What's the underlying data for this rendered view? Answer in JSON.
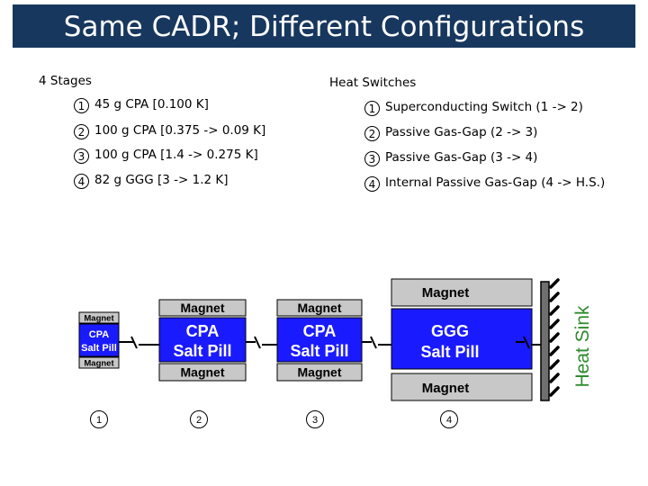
{
  "title": "Same CADR; Different Configurations",
  "stages": {
    "heading": "4 Stages",
    "items": [
      {
        "num": "1",
        "text": "45 g CPA [0.100 K]"
      },
      {
        "num": "2",
        "text": "100 g CPA [0.375 -> 0.09 K]"
      },
      {
        "num": "3",
        "text": "100 g CPA [1.4 -> 0.275 K]"
      },
      {
        "num": "4",
        "text": "82 g GGG [3 -> 1.2 K]"
      }
    ]
  },
  "switches": {
    "heading": "Heat Switches",
    "items": [
      {
        "num": "1",
        "text": "Superconducting Switch (1 -> 2)"
      },
      {
        "num": "2",
        "text": "Passive Gas-Gap (2 -> 3)"
      },
      {
        "num": "3",
        "text": "Passive Gas-Gap (3 -> 4)"
      },
      {
        "num": "4",
        "text": "Internal Passive Gas-Gap (4 -> H.S.)"
      }
    ]
  },
  "diagram": {
    "stage1": {
      "magnet_top": "Magnet",
      "pill_line1": "CPA",
      "pill_line2": "Salt Pill",
      "magnet_bottom": "Magnet"
    },
    "stage2": {
      "magnet_top": "Magnet",
      "pill_line1": "CPA",
      "pill_line2": "Salt Pill",
      "magnet_bottom": "Magnet"
    },
    "stage3": {
      "magnet_top": "Magnet",
      "pill_line1": "CPA",
      "pill_line2": "Salt Pill",
      "magnet_bottom": "Magnet"
    },
    "stage4": {
      "magnet_top": "Magnet",
      "pill_line1": "GGG",
      "pill_line2": "Salt Pill",
      "magnet_bottom": "Magnet"
    },
    "heat_sink": "Heat Sink",
    "labels": [
      "1",
      "2",
      "3",
      "4"
    ],
    "colors": {
      "pill_blue": "#1a1aff",
      "magnet_gray": "#c8c8c8",
      "heat_sink_green": "#2e8b2e",
      "title_bg": "#17375e"
    }
  }
}
